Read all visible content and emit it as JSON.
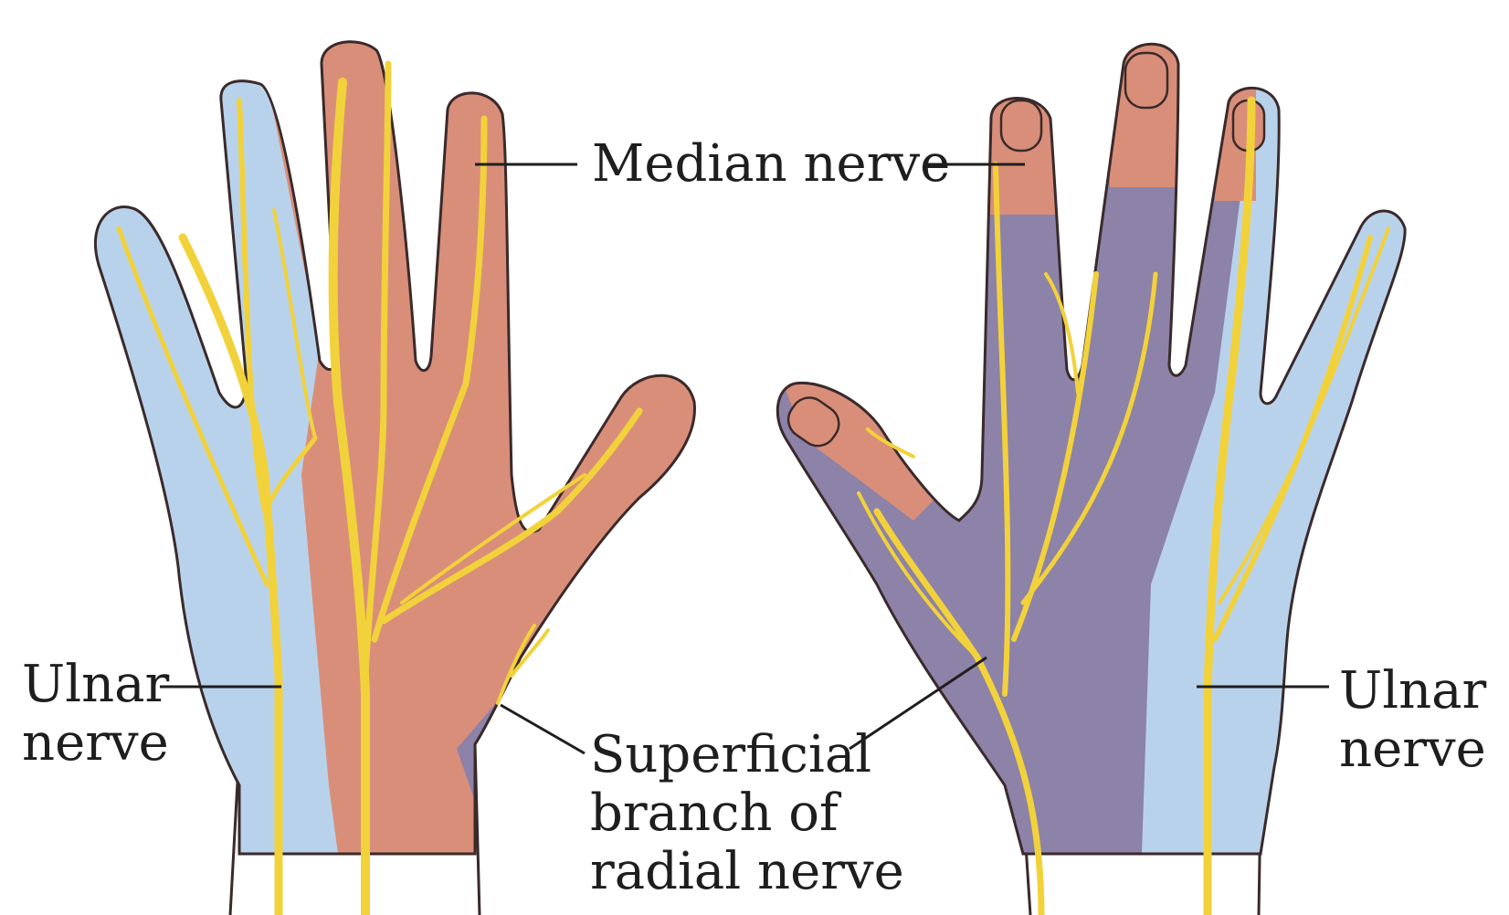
{
  "labels": {
    "median": "Median nerve",
    "ulnar_left": [
      "Ulnar",
      "nerve"
    ],
    "ulnar_right": [
      "Ulnar",
      "nerve"
    ],
    "radial": [
      "Superficial",
      "branch of",
      "radial nerve"
    ]
  },
  "colors": {
    "median_region": "#d98e7a",
    "ulnar_region": "#b9d2ec",
    "radial_region": "#8d82a8",
    "nerve": "#f2d23a",
    "outline": "#3a2a2a",
    "wrist": "#ffffff",
    "leader_line": "#1e1e1e"
  }
}
